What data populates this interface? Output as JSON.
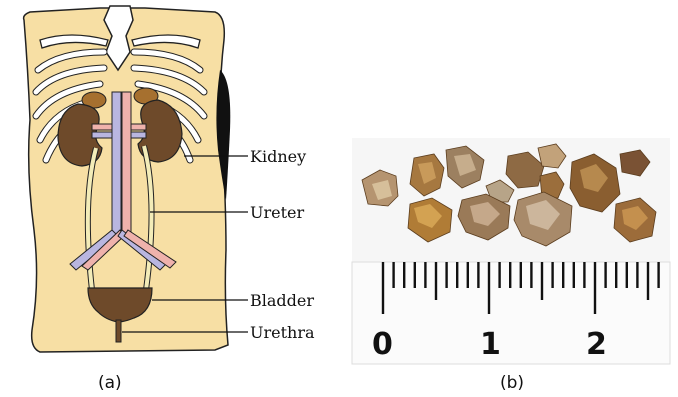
{
  "panel_a": {
    "caption": "(a)",
    "labels": {
      "kidney": "Kidney",
      "ureter": "Ureter",
      "bladder": "Bladder",
      "urethra": "Urethra"
    }
  },
  "panel_b": {
    "caption": "(b)",
    "ruler_numbers": [
      "0",
      "1",
      "2"
    ]
  },
  "colors": {
    "skin": "#f7dfa4",
    "bone": "#ffffff",
    "organ": "#6e4a2a",
    "vein": "#b9b6e0",
    "artery": "#efb2ac",
    "ureter": "#f3ecb8"
  }
}
